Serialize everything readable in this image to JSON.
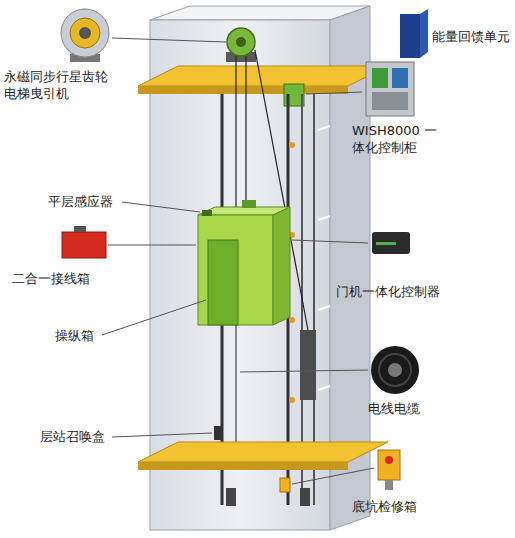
{
  "diagram": {
    "labels": [
      "永磁同步行星齿轮 电梯曳引机",
      "能量回馈单元",
      "WISH8000 一体化控制柜",
      "平层感应器",
      "二合一接线箱",
      "门机一体化控制器",
      "操纵箱",
      "电线电缆",
      "层站召唤盒",
      "底坑检修箱"
    ]
  }
}
